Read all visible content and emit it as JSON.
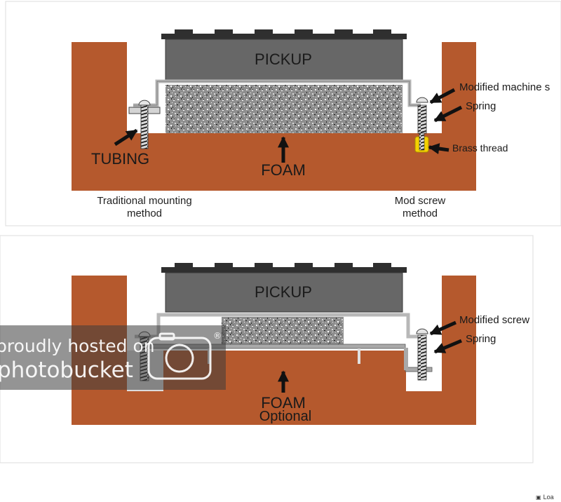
{
  "panel_top": {
    "pickup_label": "PICKUP",
    "modified_screw_label": "Modified  machine s",
    "spring_label": "Spring",
    "brass_thread_label": "Brass thread",
    "tubing_label": "TUBING",
    "foam_label": "FOAM",
    "caption_left": [
      "Traditional mounting",
      "method"
    ],
    "caption_right": [
      "Mod screw",
      "method"
    ]
  },
  "panel_bottom": {
    "pickup_label": "PICKUP",
    "modified_screw_label": "Modified  screw",
    "spring_label": "Spring",
    "foam_label": "FOAM",
    "optional_label": "Optional"
  },
  "watermark": {
    "line1": "proudly hosted on",
    "line2": "photobucket",
    "mark": "®"
  },
  "status": {
    "loading_icon": "image-placeholder-icon",
    "loading_text": "Loa"
  },
  "colors": {
    "wood": "#b5592d",
    "pickup": "#676767",
    "pickup_cap": "#2f2f2f",
    "bracket": "#b8b8b8",
    "brass": "#f4d200"
  }
}
